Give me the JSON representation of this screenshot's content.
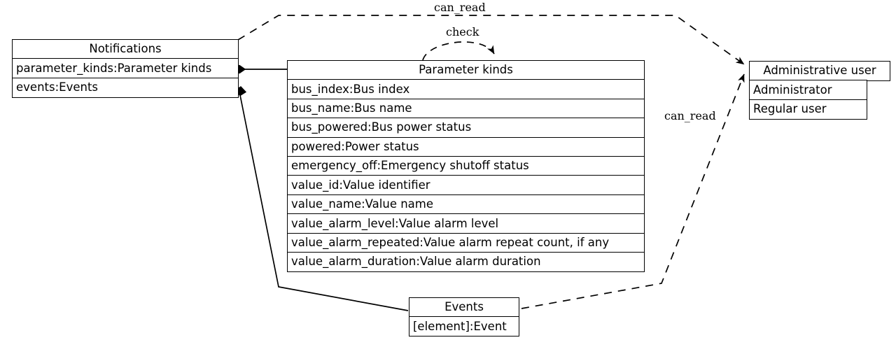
{
  "diagram": {
    "type": "uml-class-diagram",
    "background": "#ffffff",
    "line_color": "#000000",
    "text_color": "#000000"
  },
  "nodes": {
    "notifications": {
      "title": "Notifications",
      "attributes": [
        "parameter_kinds:Parameter kinds",
        "events:Events"
      ]
    },
    "parameter_kinds": {
      "title": "Parameter kinds",
      "attributes": [
        "bus_index:Bus index",
        "bus_name:Bus name",
        "bus_powered:Bus power status",
        "powered:Power status",
        "emergency_off:Emergency shutoff status",
        "value_id:Value identifier",
        "value_name:Value name",
        "value_alarm_level:Value alarm level",
        "value_alarm_repeated:Value alarm repeat count, if any",
        "value_alarm_duration:Value alarm duration"
      ]
    },
    "events": {
      "title": "Events",
      "attributes": [
        "[element]:Event"
      ]
    },
    "administrative_user": {
      "title": "Administrative user",
      "attributes": [
        "Administrator",
        "Regular user"
      ]
    }
  },
  "edges": [
    {
      "id": "notifications-can-read-admin",
      "label": "can_read",
      "style": "dashed",
      "from": "notifications",
      "to": "administrative_user",
      "arrow": "filled-open"
    },
    {
      "id": "parameter-kinds-check-self",
      "label": "check",
      "style": "dashed",
      "from": "parameter_kinds",
      "to": "parameter_kinds",
      "arrow": "filled-open"
    },
    {
      "id": "events-can-read-admin",
      "label": "can_read",
      "style": "dashed",
      "from": "events",
      "to": "administrative_user",
      "arrow": "filled-open"
    },
    {
      "id": "notifications-composition-parameter-kinds",
      "label": "",
      "style": "solid",
      "from": "notifications",
      "to": "parameter_kinds",
      "arrow": "filled-diamond"
    },
    {
      "id": "notifications-composition-events",
      "label": "",
      "style": "solid",
      "from": "notifications",
      "to": "events",
      "arrow": "filled-diamond"
    }
  ]
}
